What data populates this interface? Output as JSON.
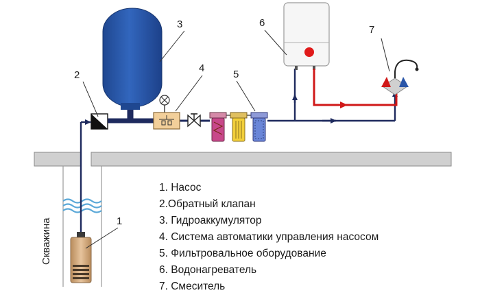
{
  "labels": {
    "well": "Скважина",
    "callouts": [
      "1",
      "2",
      "3",
      "4",
      "5",
      "6",
      "7"
    ]
  },
  "legend": [
    "1. Насос",
    "2.Обратный клапан",
    "3. Гидроаккумулятор",
    "4. Система автоматики управления насосом",
    "5. Фильтровальное оборудование",
    "6. Водонагреватель",
    "7. Смеситель"
  ],
  "colors": {
    "cold_pipe": "#1e2a5e",
    "hot_pipe": "#d01818",
    "accumulator": "#2a56a8",
    "ground": "#cfcfcf",
    "water_waves": "#5aa8d8",
    "pump": "#d9b38a",
    "heater_indicator": "#e01a1a"
  },
  "icons": [
    "pump-icon",
    "check-valve-icon",
    "accumulator-tank-icon",
    "pressure-switch-icon",
    "shutoff-valve-icon",
    "filter-icon",
    "water-heater-icon",
    "faucet-mixer-icon"
  ]
}
